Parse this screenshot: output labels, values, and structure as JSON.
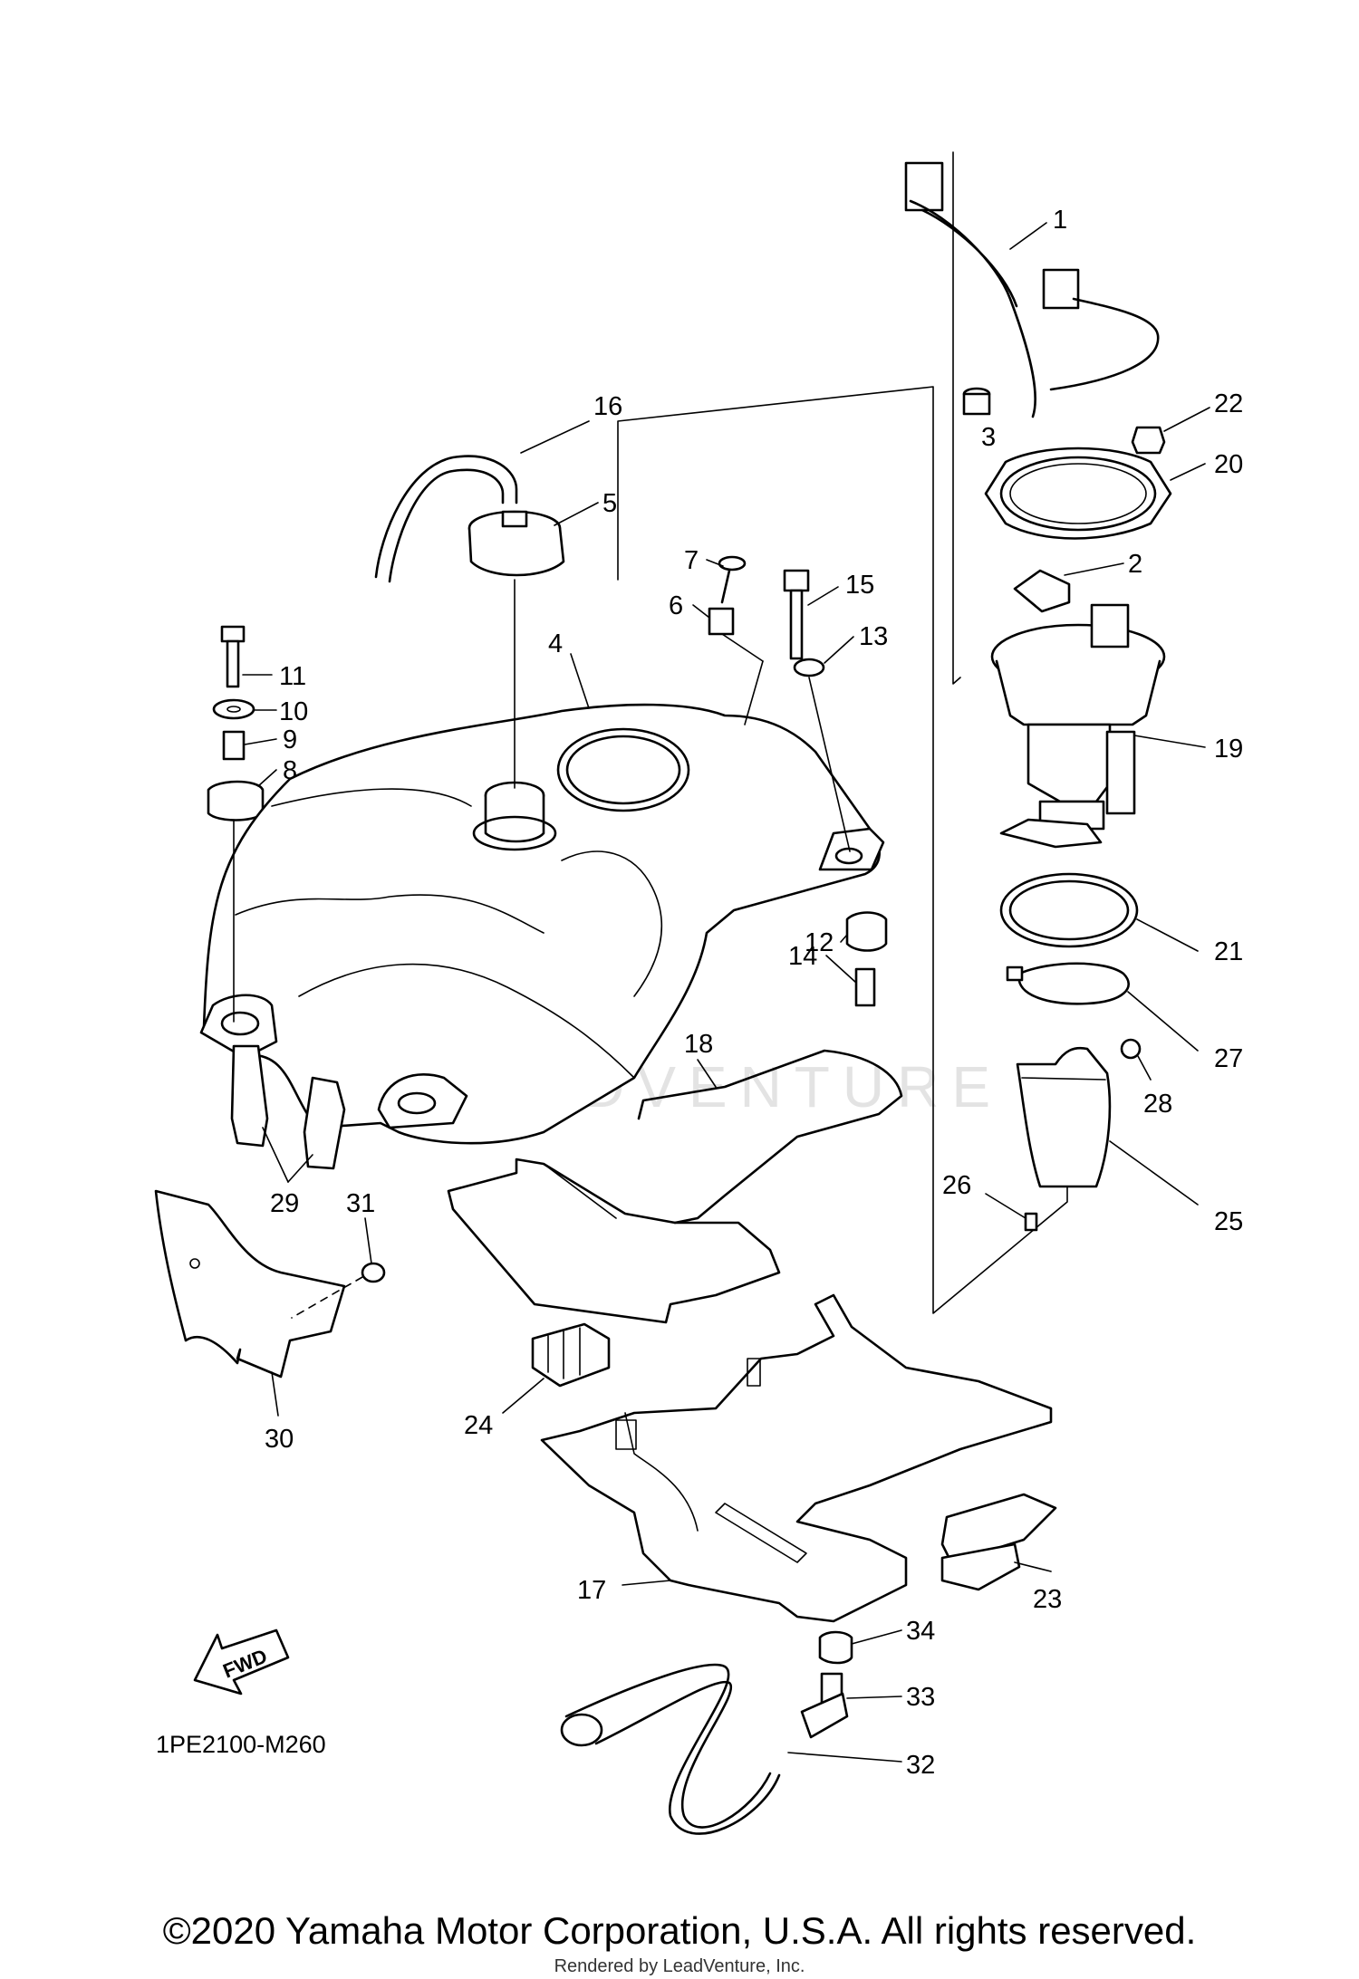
{
  "diagram": {
    "drawing_code": "1PE2100-M260",
    "fwd_label": "FWD",
    "watermark": "LEADVENTURE",
    "callouts": [
      "1",
      "2",
      "3",
      "4",
      "5",
      "6",
      "7",
      "8",
      "9",
      "10",
      "11",
      "12",
      "13",
      "14",
      "15",
      "16",
      "17",
      "18",
      "19",
      "20",
      "21",
      "22",
      "23",
      "24",
      "25",
      "26",
      "27",
      "28",
      "29",
      "30",
      "31",
      "32",
      "33",
      "34"
    ]
  },
  "footer": {
    "copyright": "©2020 Yamaha Motor Corporation, U.S.A. All rights reserved.",
    "rendered_by": "Rendered by LeadVenture, Inc."
  },
  "colors": {
    "ink": "#000000",
    "paper": "#ffffff",
    "watermark": "#e3e3e3"
  }
}
